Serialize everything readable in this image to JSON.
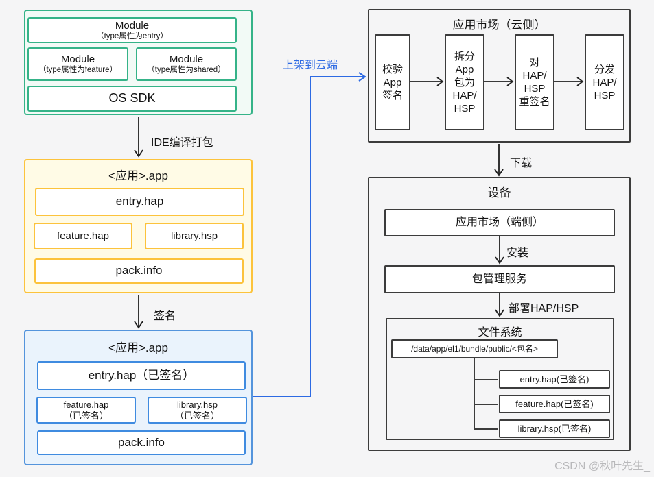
{
  "colors": {
    "green": "#35b388",
    "green_bg": "#f2faf6",
    "yellow": "#fcc33c",
    "yellow_bg": "#fffbe6",
    "blue_border": "#5494dc",
    "blue_bg": "#eaf3fc",
    "accent_blue": "#2d6ae3",
    "dark": "#3c3c3c"
  },
  "dev_stack": {
    "modules": [
      {
        "name": "Module",
        "type": "（type属性为entry）"
      },
      {
        "name": "Module",
        "type": "（type属性为feature）"
      },
      {
        "name": "Module",
        "type": "（type属性为shared）"
      }
    ],
    "os_sdk": "OS SDK"
  },
  "labels": {
    "compile": "IDE编译打包",
    "sign": "签名",
    "publish": "上架到云端",
    "download": "下载",
    "install": "安装",
    "deploy": "部署HAP/HSP"
  },
  "unsigned_app": {
    "title": "<应用>.app",
    "entry": "entry.hap",
    "feature": "feature.hap",
    "library": "library.hsp",
    "pack": "pack.info"
  },
  "signed_app": {
    "title": "<应用>.app",
    "entry": "entry.hap（已签名）",
    "feature": "feature.hap\n（已签名）",
    "library": "library.hsp\n（已签名）",
    "pack": "pack.info"
  },
  "cloud_market": {
    "title": "应用市场（云侧）",
    "steps": [
      "校验\nApp\n签名",
      "拆分\nApp\n包为\nHAP/\nHSP",
      "对\nHAP/\nHSP\n重签名",
      "分发\nHAP/\nHSP"
    ]
  },
  "device": {
    "title": "设备",
    "market": "应用市场（端侧）",
    "pkg_service": "包管理服务",
    "filesystem": {
      "title": "文件系统",
      "path": "/data/app/el1/bundle/public/<包名>",
      "files": [
        "entry.hap(已签名)",
        "feature.hap(已签名)",
        "library.hsp(已签名)"
      ]
    }
  },
  "watermark": "CSDN @秋叶先生_"
}
